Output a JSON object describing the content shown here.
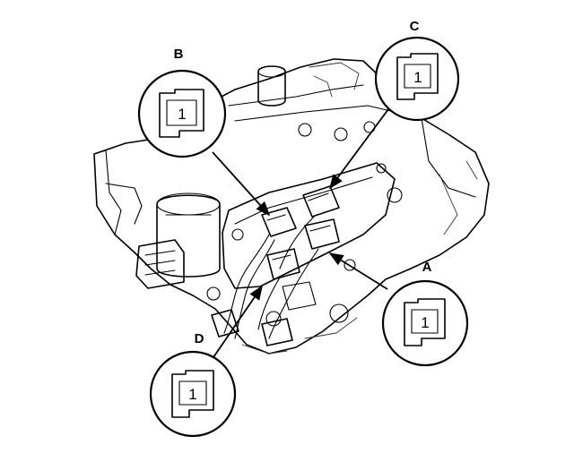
{
  "connectors": [
    {
      "letter": "A",
      "pin": "1"
    },
    {
      "letter": "B",
      "pin": "1"
    },
    {
      "letter": "C",
      "pin": "1"
    },
    {
      "letter": "D",
      "pin": "1"
    }
  ],
  "colors": {
    "line": "#000000",
    "background": "#ffffff"
  }
}
